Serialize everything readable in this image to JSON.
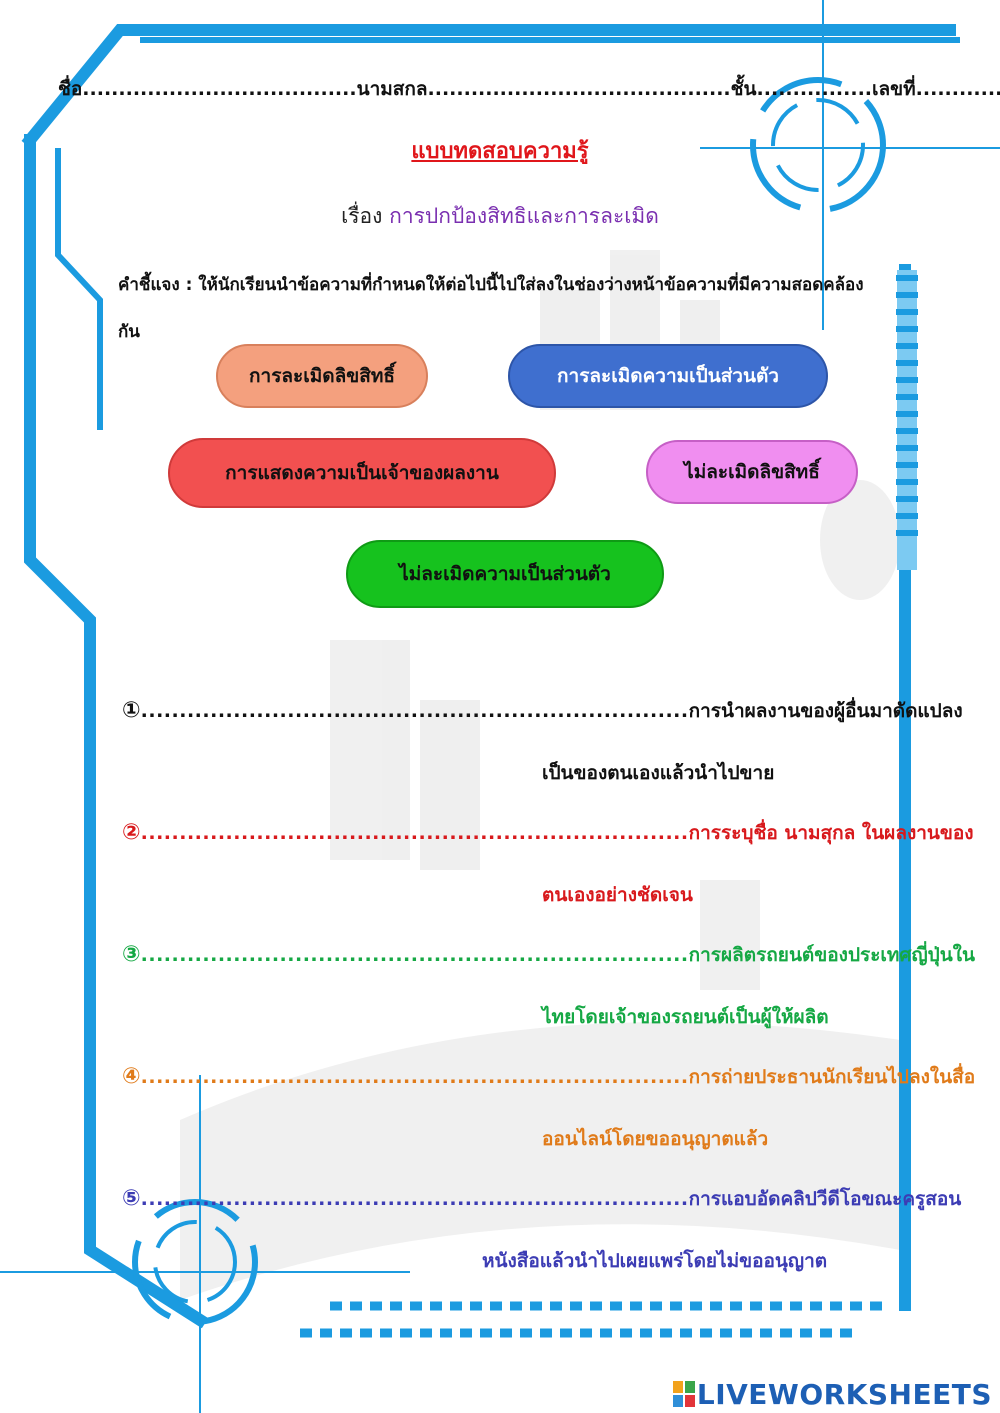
{
  "header": {
    "name_label": "ชื่อ......................................นามสกล..........................................ชั้น................เลขที่................."
  },
  "title": "แบบทดสอบความรู้",
  "subtitle": {
    "label": "เรื่อง",
    "topic": "การปกป้องสิทธิและการละเมิด"
  },
  "instructions": "คำชี้แจง : ให้นักเรียนนำข้อความที่กำหนดให้ต่อไปนี้ไปใส่ลงในช่องว่างหน้าข้อความที่มีความสอดคล้องกัน",
  "options": [
    {
      "label": "การละเมิดลิขสิทธิ์",
      "color": "#f4a07e"
    },
    {
      "label": "การละเมิดความเป็นส่วนตัว",
      "color": "#3f6fcf"
    },
    {
      "label": "การแสดงความเป็นเจ้าของผลงาน",
      "color": "#f25050"
    },
    {
      "label": "ไม่ละเมิดลิขสิทธิ์",
      "color": "#f08ef0"
    },
    {
      "label": "ไม่ละเมิดความเป็นส่วนตัว",
      "color": "#16c21e"
    }
  ],
  "questions": [
    {
      "num": "①",
      "dots": ".......................................................................",
      "line1": "การนำผลงานของผู้อื่นมาดัดแปลง",
      "line2": "เป็นของตนเองแล้วนำไปขาย",
      "color": "#111111"
    },
    {
      "num": "②",
      "dots": ".......................................................................",
      "line1": "การระบุชื่อ นามสุกล ในผลงานของ",
      "line2": "ตนเองอย่างชัดเจน",
      "color": "#d8191c"
    },
    {
      "num": "③",
      "dots": ".......................................................................",
      "line1": "การผลิตรถยนต์ของประเทศญี่ปุ่นใน",
      "line2": "ไทยโดยเจ้าของรถยนต์เป็นผู้ให้ผลิต",
      "color": "#15a844"
    },
    {
      "num": "④",
      "dots": ".......................................................................",
      "line1": "การถ่ายประธานนักเรียนไปลงในสื่อ",
      "line2": "ออนไลน์โดยขออนุญาตแล้ว",
      "color": "#e07b1a"
    },
    {
      "num": "⑤",
      "dots": ".......................................................................",
      "line1": "การแอบอัดคลิปวีดีโอขณะครูสอน",
      "line2": "หนังสือแล้วนำไปเผยแพร่โดยไม่ขออนุญาต",
      "color": "#3c3cb4"
    }
  ],
  "watermark": "LIVEWORKSHEETS",
  "colors": {
    "frame": "#1b9be0",
    "frame_light": "#7ccaf2"
  }
}
